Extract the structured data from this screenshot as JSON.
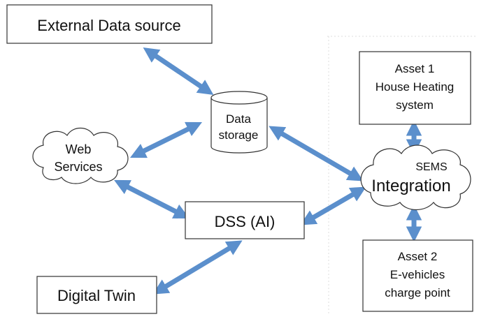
{
  "diagram": {
    "nodes": {
      "external_data_source": {
        "lines": [
          "External Data source"
        ]
      },
      "data_storage": {
        "lines": [
          "Data",
          "storage"
        ]
      },
      "web_services": {
        "lines": [
          "Web",
          "Services"
        ]
      },
      "dss": {
        "lines": [
          "DSS (AI)"
        ]
      },
      "digital_twin": {
        "lines": [
          "Digital Twin"
        ]
      },
      "asset1": {
        "lines": [
          "Asset 1",
          "House Heating",
          "system"
        ]
      },
      "sems": {
        "lines": [
          "SEMS",
          "Integration"
        ]
      },
      "asset2": {
        "lines": [
          "Asset 2",
          "E-vehicles",
          "charge point"
        ]
      }
    },
    "connections": [
      {
        "from": "external_data_source",
        "to": "data_storage",
        "direction": "both"
      },
      {
        "from": "data_storage",
        "to": "web_services",
        "direction": "both"
      },
      {
        "from": "data_storage",
        "to": "sems",
        "direction": "both"
      },
      {
        "from": "web_services",
        "to": "dss",
        "direction": "both"
      },
      {
        "from": "dss",
        "to": "sems",
        "direction": "both"
      },
      {
        "from": "dss",
        "to": "digital_twin",
        "direction": "both"
      },
      {
        "from": "asset1",
        "to": "sems",
        "direction": "both"
      },
      {
        "from": "sems",
        "to": "asset2",
        "direction": "both"
      }
    ],
    "colors": {
      "arrow": "#5b8fcc",
      "outline": "#333333",
      "background": "#ffffff"
    }
  }
}
